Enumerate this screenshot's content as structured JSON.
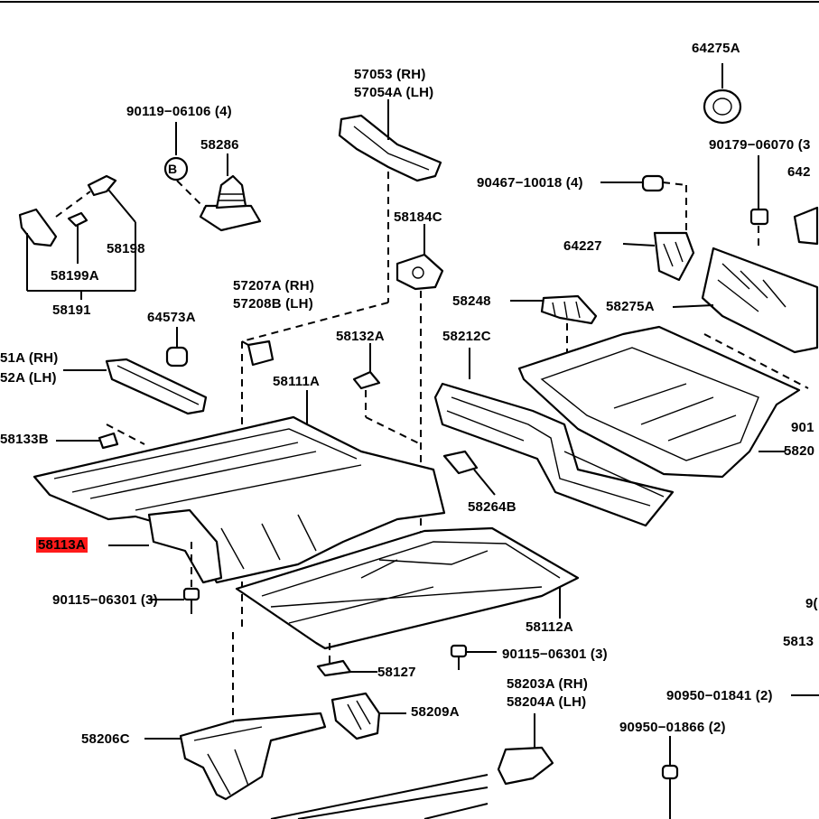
{
  "labels": {
    "l64275a": "64275A",
    "l57053": "57053   (RH)",
    "l57054a": "57054A (LH)",
    "l90119": "90119−06106 (4)",
    "l58286": "58286",
    "l90179": "90179−06070 (3",
    "l90467": "90467−10018 (4)",
    "l642_": "642",
    "l58184c": "58184C",
    "l64227": "64227",
    "l58198": "58198",
    "l58199a": "58199A",
    "l58191": "58191",
    "l58248": "58248",
    "l58275a": "58275A",
    "l57207a": "57207A (RH)",
    "l57208b": "57208B (LH)",
    "l64573a": "64573A",
    "l58132a": "58132A",
    "l58212c": "58212C",
    "l51a": "51A (RH)",
    "l52a": "52A (LH)",
    "l58111a": "58111A",
    "l901_": "901",
    "l58133b": "58133B",
    "l5820_": "5820",
    "l58264b": "58264B",
    "l58113a": "58113A",
    "l90115a": "90115−06301 (3)",
    "l9_": "9(",
    "l58112a": "58112A",
    "l5813_": "5813",
    "l90115b": "90115−06301 (3)",
    "l58127": "58127",
    "l58203a": "58203A (RH)",
    "l58204a": "58204A (LH)",
    "l90950a": "90950−01841 (2)",
    "l58209a": "58209A",
    "l90950b": "90950−01866 (2)",
    "l58206c": "58206C"
  },
  "callout_b": "B",
  "highlight_color": "#ff1a1a"
}
